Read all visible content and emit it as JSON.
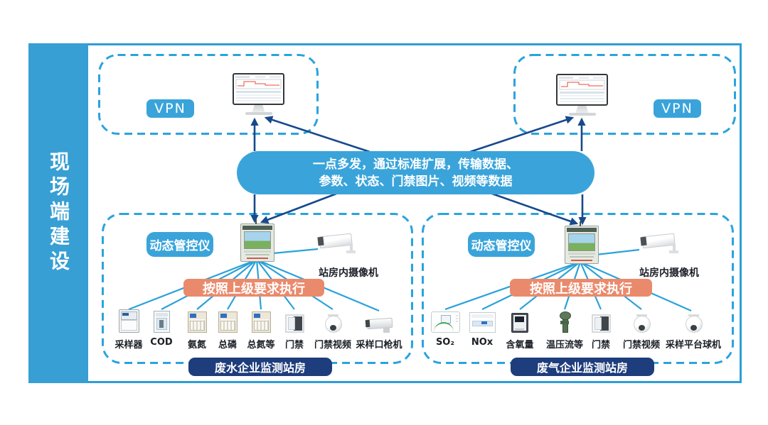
{
  "sidebar": {
    "title": "现场端建设"
  },
  "vpn": {
    "left_label": "VPN",
    "right_label": "VPN"
  },
  "center_box": {
    "line1": "一点多发，通过标准扩展，传输数据、",
    "line2": "参数、状态、门禁图片、视频等数据"
  },
  "groups": {
    "left": {
      "controller_label": "动态管控仪",
      "camera_caption": "站房内摄像机",
      "camera_icon": "bullet-camera-icon",
      "order_label": "按照上级要求执行",
      "station_label": "废水企业监测站房",
      "devices": [
        {
          "label": "采样器",
          "icon": "sampler-icon"
        },
        {
          "label": "COD",
          "icon": "cod-analyzer-icon"
        },
        {
          "label": "氨氮",
          "icon": "analyzer-cabinet-icon"
        },
        {
          "label": "总磷",
          "icon": "analyzer-cabinet-icon"
        },
        {
          "label": "总氮等",
          "icon": "analyzer-cabinet-icon"
        },
        {
          "label": "门禁",
          "icon": "access-door-icon"
        },
        {
          "label": "门禁视频",
          "icon": "dome-camera-icon"
        },
        {
          "label": "采样口枪机",
          "icon": "bullet-camera-icon"
        }
      ]
    },
    "right": {
      "controller_label": "动态管控仪",
      "camera_caption": "站房内摄像机",
      "camera_icon": "bullet-camera-icon",
      "order_label": "按照上级要求执行",
      "station_label": "废气企业监测站房",
      "devices": [
        {
          "label": "SO₂",
          "icon": "so2-analyzer-icon"
        },
        {
          "label": "NOx",
          "icon": "nox-analyzer-icon"
        },
        {
          "label": "含氧量",
          "icon": "oxygen-analyzer-icon"
        },
        {
          "label": "温压流等",
          "icon": "flow-probe-icon"
        },
        {
          "label": "门禁",
          "icon": "access-door-icon"
        },
        {
          "label": "门禁视频",
          "icon": "dome-camera-icon"
        },
        {
          "label": "采样平台球机",
          "icon": "dome-camera-icon"
        }
      ]
    }
  },
  "colors": {
    "blue": "#3aa4da",
    "dashed": "#2aa3dd",
    "navy_arrow": "#17498c",
    "fan_line": "#2aa2da",
    "orange": "#ea8a6c",
    "dark_navy": "#1e3d7c"
  }
}
